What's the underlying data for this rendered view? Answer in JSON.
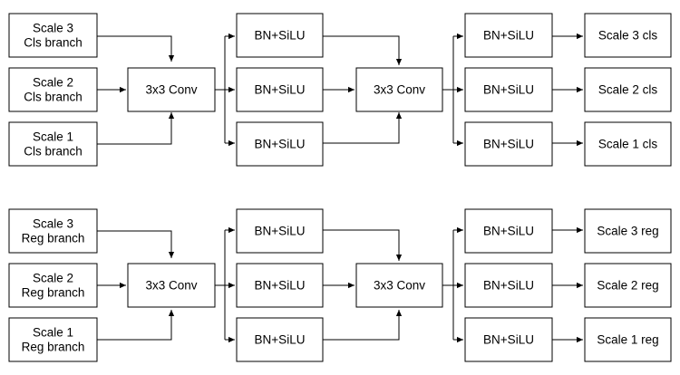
{
  "diagram": {
    "colors": {
      "stroke": "#000000",
      "fill": "#ffffff",
      "text": "#000000"
    },
    "cls": {
      "input_1": "Scale 3",
      "input_1b": "Cls branch",
      "input_2": "Scale 2",
      "input_2b": "Cls branch",
      "input_3": "Scale 1",
      "input_3b": "Cls branch",
      "conv_1": "3x3 Conv",
      "act_1": "BN+SiLU",
      "act_2": "BN+SiLU",
      "act_3": "BN+SiLU",
      "conv_2": "3x3 Conv",
      "act_4": "BN+SiLU",
      "act_5": "BN+SiLU",
      "act_6": "BN+SiLU",
      "out_1": "Scale 3 cls",
      "out_2": "Scale 2 cls",
      "out_3": "Scale 1 cls"
    },
    "reg": {
      "input_1": "Scale 3",
      "input_1b": "Reg branch",
      "input_2": "Scale 2",
      "input_2b": "Reg branch",
      "input_3": "Scale 1",
      "input_3b": "Reg branch",
      "conv_1": "3x3 Conv",
      "act_1": "BN+SiLU",
      "act_2": "BN+SiLU",
      "act_3": "BN+SiLU",
      "conv_2": "3x3 Conv",
      "act_4": "BN+SiLU",
      "act_5": "BN+SiLU",
      "act_6": "BN+SiLU",
      "out_1": "Scale 3 reg",
      "out_2": "Scale 2 reg",
      "out_3": "Scale 1 reg"
    }
  }
}
